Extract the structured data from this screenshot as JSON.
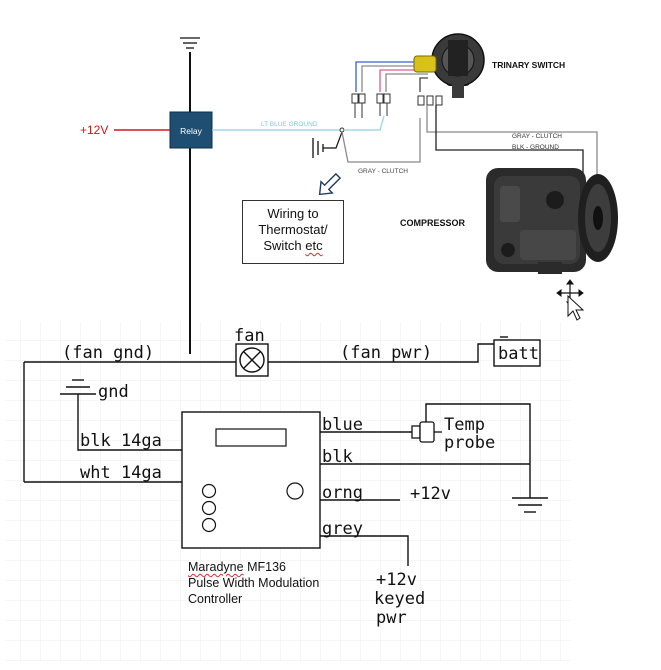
{
  "top": {
    "relay_label": "Relay",
    "plus12_label": "+12V",
    "lt_blue_ground": "LT BLUE GROUND",
    "gray_clutch_left": "GRAY - CLUTCH",
    "gray_clutch_right": "GRAY - CLUTCH",
    "blk_ground": "BLK - GROUND",
    "trinary_switch": "TRINARY SWITCH",
    "compressor": "COMPRESSOR",
    "wiring_box_line1": "Wiring to",
    "wiring_box_line2": "Thermostat/",
    "wiring_box_line3a": "Switch ",
    "wiring_box_line3b": "etc"
  },
  "bottom": {
    "fan": "fan",
    "fan_gnd": "(fan gnd)",
    "fan_pwr": "(fan pwr)",
    "batt": "batt",
    "gnd": "gnd",
    "blk_14ga": "blk 14ga",
    "wht_14ga": "wht 14ga",
    "blue": "blue",
    "blk": "blk",
    "orng": "orng",
    "grey": "grey",
    "temp": "Temp",
    "probe": "probe",
    "plus12v_orng": "+12v",
    "keyed_1": "+12v",
    "keyed_2": "keyed",
    "keyed_3": "pwr",
    "controller_line1a": "Maradyne",
    "controller_line1b": " MF136",
    "controller_line2": "Pulse Width Modulation",
    "controller_line3": "Controller"
  },
  "colors": {
    "relay_fill": "#1e4f73",
    "plus12_red": "#d01818",
    "lt_blue_wire": "#9fd8e8",
    "gray_wire": "#8a8a8a",
    "pink_wire": "#e05a8a",
    "blue_wire": "#3a5fd0"
  }
}
